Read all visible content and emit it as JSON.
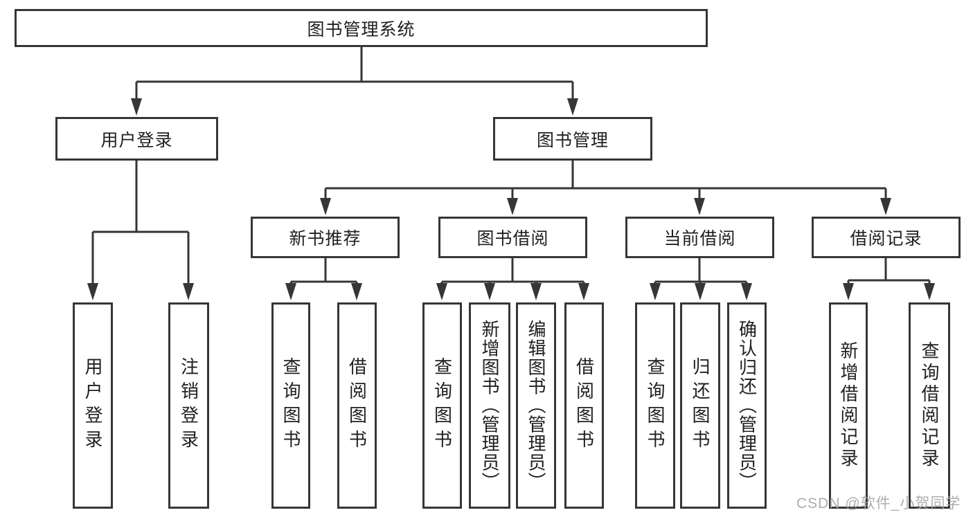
{
  "tree": {
    "root": {
      "label": "图书管理系统",
      "children": [
        {
          "label": "用户登录",
          "children": [
            {
              "label": "用户登录"
            },
            {
              "label": "注销登录"
            }
          ]
        },
        {
          "label": "图书管理",
          "children": [
            {
              "label": "新书推荐",
              "children": [
                {
                  "label": "查询图书"
                },
                {
                  "label": "借阅图书"
                }
              ]
            },
            {
              "label": "图书借阅",
              "children": [
                {
                  "label": "查询图书"
                },
                {
                  "label": "新增图书（管理员）"
                },
                {
                  "label": "编辑图书（管理员）"
                },
                {
                  "label": "借阅图书"
                }
              ]
            },
            {
              "label": "当前借阅",
              "children": [
                {
                  "label": "查询图书"
                },
                {
                  "label": "归还图书"
                },
                {
                  "label": "确认归还（管理员）"
                }
              ]
            },
            {
              "label": "借阅记录",
              "children": [
                {
                  "label": "新增借阅记录"
                },
                {
                  "label": "查询借阅记录"
                }
              ]
            }
          ]
        }
      ]
    }
  },
  "watermark": "CSDN @软件_小贺同学",
  "colors": {
    "line": "#363636",
    "text": "#1f1f1f",
    "watermark": "#a4a4a4",
    "background": "#ffffff"
  }
}
